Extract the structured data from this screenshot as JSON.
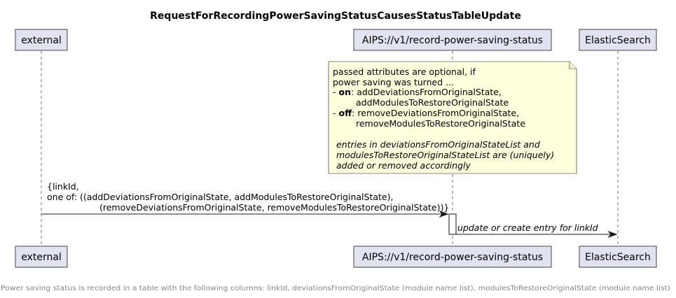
{
  "diagram": {
    "title": "RequestForRecordingPowerSavingStatusCausesStatusTableUpdate",
    "participants": [
      {
        "id": "external",
        "label": "external"
      },
      {
        "id": "aips",
        "label": "AIPS://v1/record-power-saving-status"
      },
      {
        "id": "elastic",
        "label": "ElasticSearch"
      }
    ],
    "note": {
      "lines": [
        {
          "segments": [
            {
              "text": "passed attributes are optional, if",
              "bold": false
            }
          ]
        },
        {
          "segments": [
            {
              "text": "power saving was turned ...",
              "bold": false
            }
          ]
        },
        {
          "segments": [
            {
              "text": "- ",
              "bold": false
            },
            {
              "text": "on",
              "bold": true
            },
            {
              "text": ": addDeviationsFromOriginalState,",
              "bold": false
            }
          ]
        },
        {
          "segments": [
            {
              "text": "addModulesToRestoreOriginalState",
              "bold": false
            }
          ]
        },
        {
          "segments": [
            {
              "text": "- ",
              "bold": false
            },
            {
              "text": "off",
              "bold": true
            },
            {
              "text": ": removeDeviationsFromOriginalState,",
              "bold": false
            }
          ]
        },
        {
          "segments": [
            {
              "text": "removeModulesToRestoreOriginalState",
              "bold": false
            }
          ]
        }
      ],
      "italic_lines": [
        "entries in deviationsFromOriginalStateList and",
        "modulesToRestoreOriginalStateList are (uniquely)",
        "added or removed accordingly"
      ]
    },
    "messages": [
      {
        "from": "external",
        "to": "aips",
        "italic": false,
        "lines": [
          "{linkId,",
          "one of: ((addDeviationsFromOriginalState, addModulesToRestoreOriginalState),",
          "(removeDeviationsFromOriginalState, removeModulesToRestoreOriginalState))}"
        ]
      },
      {
        "from": "aips",
        "to": "elastic",
        "italic": true,
        "lines": [
          "update or create entry for linkId"
        ]
      }
    ],
    "footer": "Power saving status is recorded in a table with the following columns: linkId, deviationsFromOriginalState (module name list), modulesToRestoreOriginalState (module name list)"
  }
}
